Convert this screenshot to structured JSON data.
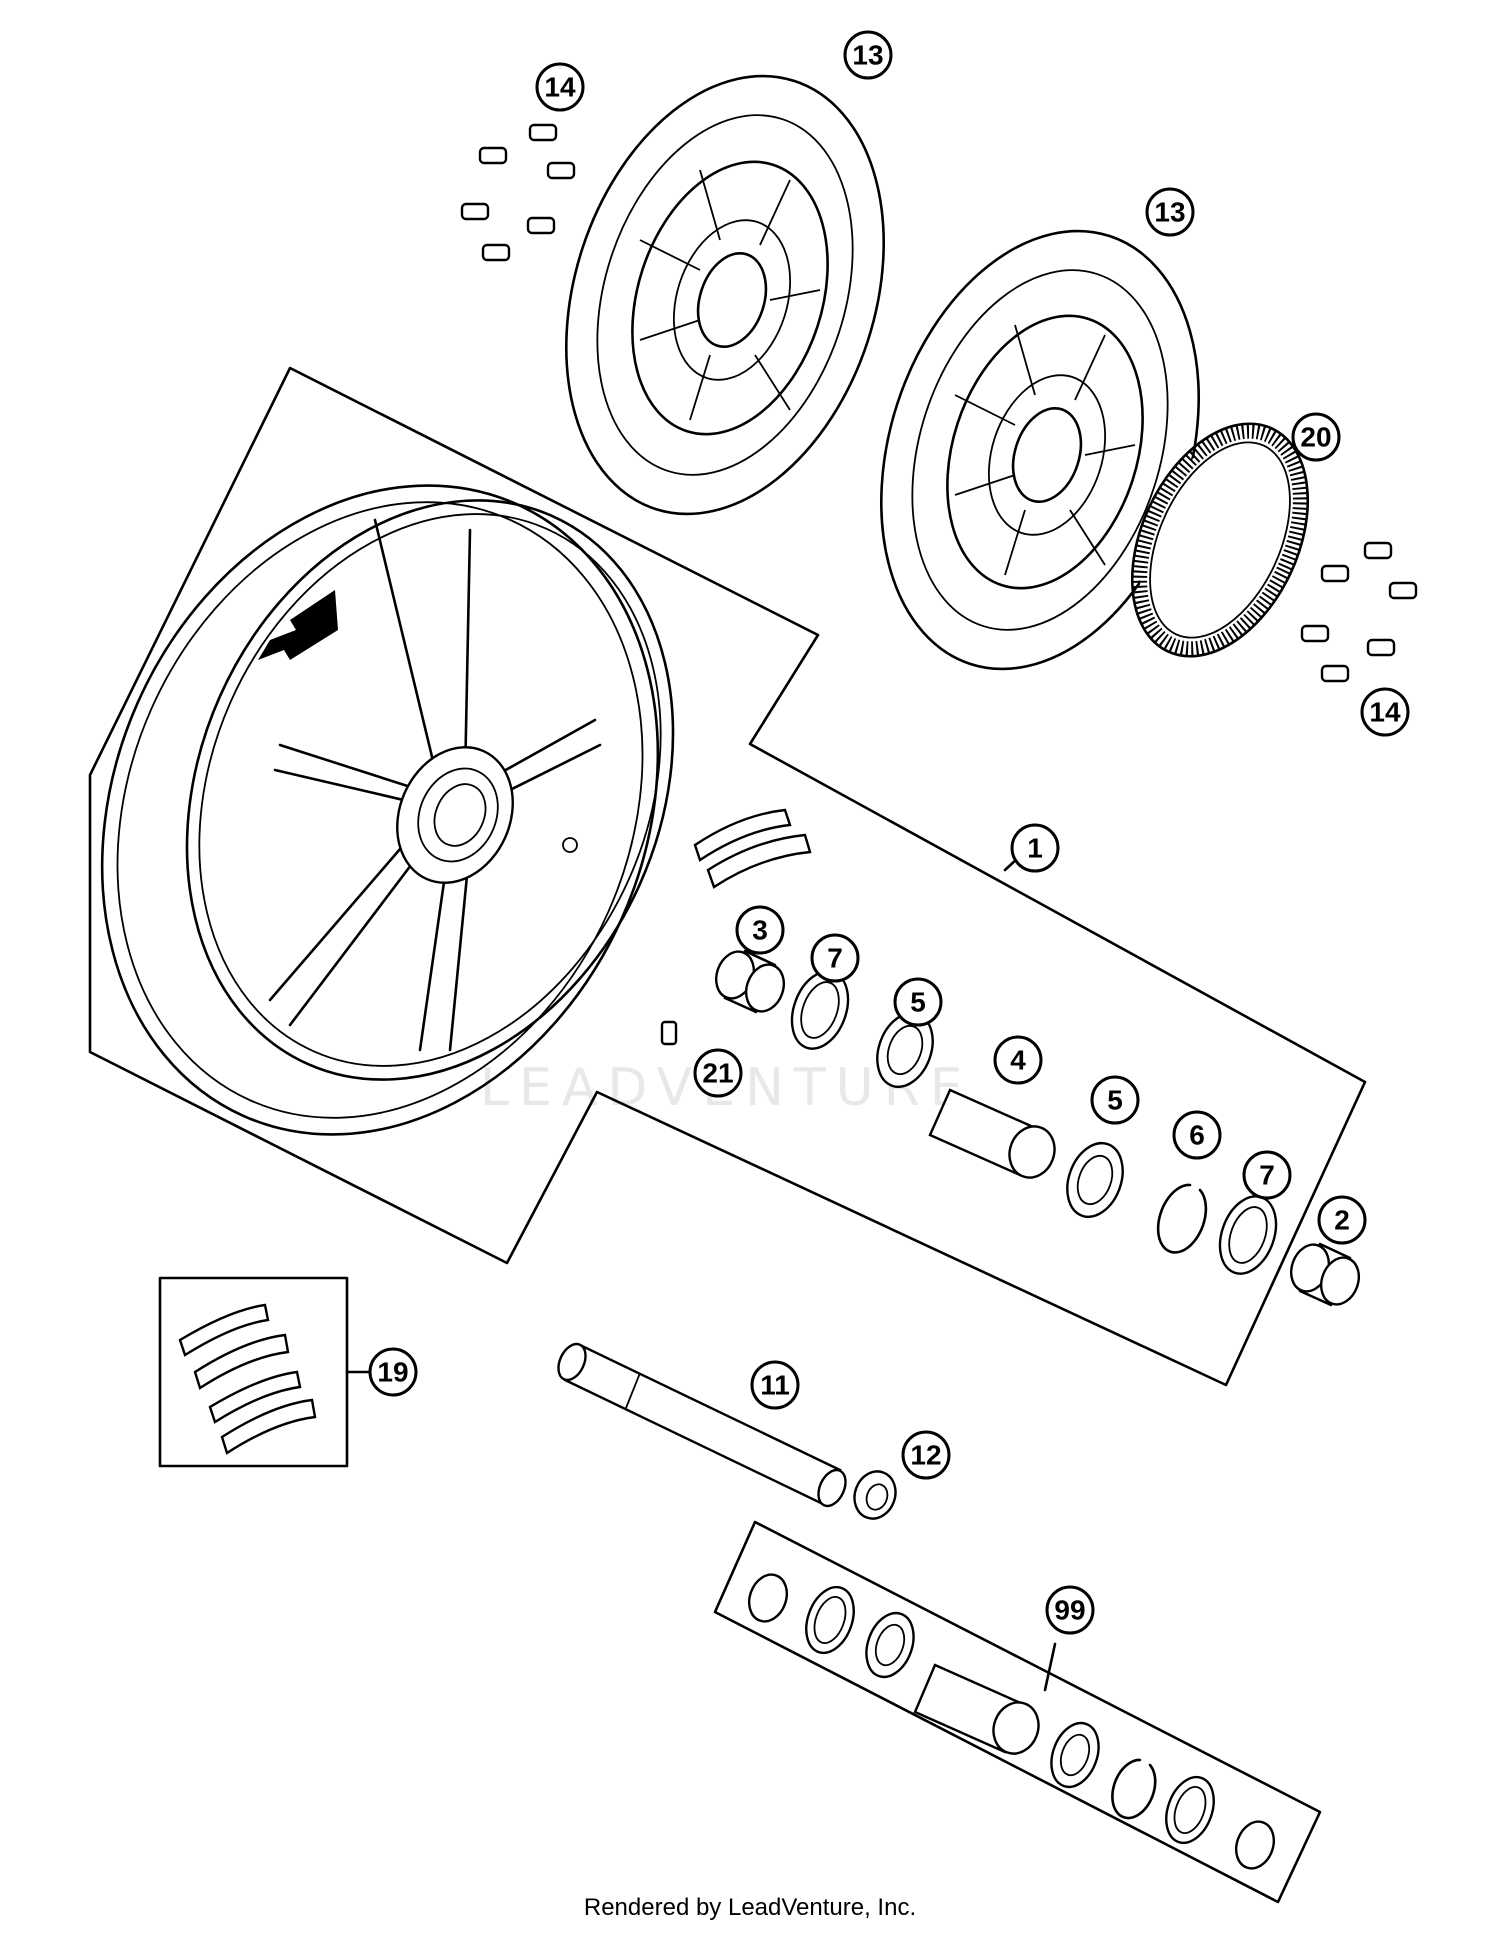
{
  "watermark": "LEADVENTURE",
  "footer": "Rendered by LeadVenture, Inc.",
  "callouts": {
    "c1": "1",
    "c2": "2",
    "c3": "3",
    "c4": "4",
    "c5a": "5",
    "c5b": "5",
    "c6": "6",
    "c7a": "7",
    "c7b": "7",
    "c11": "11",
    "c12": "12",
    "c13a": "13",
    "c13b": "13",
    "c14a": "14",
    "c14b": "14",
    "c19": "19",
    "c20": "20",
    "c21": "21",
    "c99": "99"
  },
  "icons": {
    "direction": "rotation-direction-arrow-icon",
    "decal": "rim-decal-icon"
  }
}
